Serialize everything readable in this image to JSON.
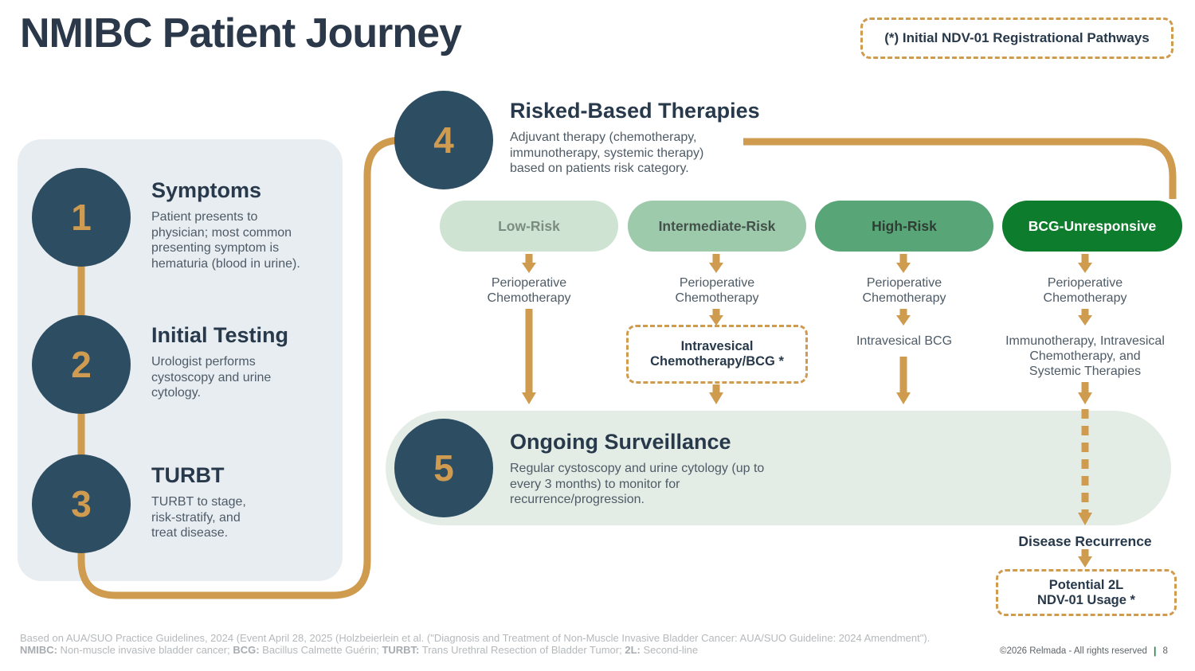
{
  "header": {
    "title": "NMIBC Patient Journey",
    "callout": "(*) Initial NDV-01 Registrational Pathways"
  },
  "steps": [
    {
      "number": "1",
      "title": "Symptoms",
      "description": "Patient presents to\nphysician; most common\npresenting symptom is\nhematuria (blood in urine)."
    },
    {
      "number": "2",
      "title": "Initial Testing",
      "description": "Urologist performs\ncystoscopy and urine\ncytology."
    },
    {
      "number": "3",
      "title": "TURBT",
      "description": "TURBT to stage,\nrisk-stratify, and\ntreat disease."
    },
    {
      "number": "4",
      "title": "Risked-Based Therapies",
      "description": "Adjuvant therapy (chemotherapy,\nimmunotherapy, systemic therapy)\nbased on patients risk category."
    },
    {
      "number": "5",
      "title": "Ongoing Surveillance",
      "description": "Regular cystoscopy and urine cytology (up to\nevery 3 months) to monitor for\nrecurrence/progression."
    }
  ],
  "risk_pathways": [
    {
      "label": "Low-Risk",
      "fill": "#cfe3d3",
      "text_color": "#7a8d80",
      "step1": "Perioperative\nChemotherapy"
    },
    {
      "label": "Intermediate-Risk",
      "fill": "#9ecaac",
      "text_color": "#43514a",
      "step1": "Perioperative\nChemotherapy",
      "step2": "Intravesical\nChemotherapy/BCG *"
    },
    {
      "label": "High-Risk",
      "fill": "#58a677",
      "text_color": "#2f3e35",
      "step1": "Perioperative\nChemotherapy",
      "step2": "Intravesical BCG"
    },
    {
      "label": "BCG-Unresponsive",
      "fill": "#0d7c2c",
      "text_color": "#ffffff",
      "step1": "Perioperative\nChemotherapy",
      "step2": "Immunotherapy, Intravesical\nChemotherapy, and\nSystemic Therapies"
    }
  ],
  "recurrence": {
    "label": "Disease Recurrence",
    "outcome": "Potential 2L\nNDV-01 Usage *"
  },
  "footer": {
    "source": "Based on AUA/SUO Practice Guidelines, 2024 (Event April 28, 2025 (Holzbeierlein et al. (\"Diagnosis and Treatment of Non-Muscle Invasive Bladder Cancer: AUA/SUO Guideline: 2024 Amendment\").",
    "abbreviations": [
      {
        "term": "NMIBC:",
        "definition": " Non-muscle invasive bladder cancer; "
      },
      {
        "term": "BCG:",
        "definition": " Bacillus Calmette Guérin; "
      },
      {
        "term": "TURBT:",
        "definition": " Trans Urethral Resection of Bladder Tumor; "
      },
      {
        "term": "2L:",
        "definition": " Second-line"
      }
    ],
    "copyright": "©2026 Relmada - All rights reserved",
    "page_number": "8"
  },
  "colors": {
    "accent_gold": "#cf9b4f",
    "navy_circle": "#2d4d63",
    "heading_text": "#27394a",
    "body_text": "#4e5b66",
    "panel_bg": "#e8edf2",
    "band_bg": "#e4ece6",
    "low_risk": "#cfe3d3",
    "intermediate_risk": "#9ecaac",
    "high_risk": "#58a677",
    "bcg_unresponsive": "#0d7c2c",
    "page_pipe_green": "#1f8a4d"
  }
}
